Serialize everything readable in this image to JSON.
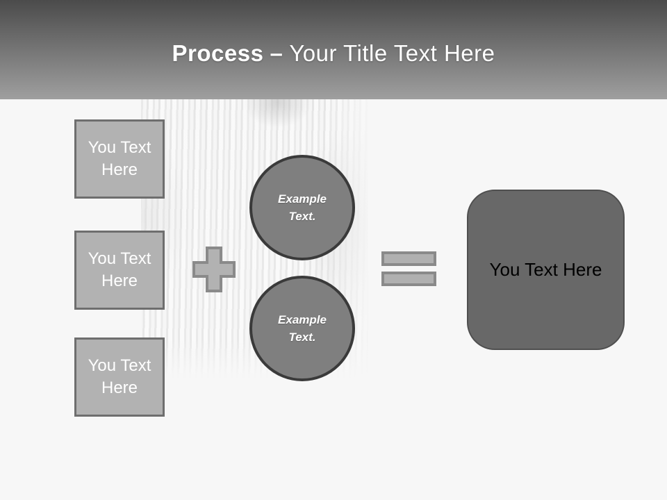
{
  "title": {
    "bold": "Process",
    "dash": "–",
    "regular": "Your Title Text Here"
  },
  "boxes": [
    {
      "label": "You Text Here"
    },
    {
      "label": "You Text Here"
    },
    {
      "label": "You Text Here"
    }
  ],
  "operators": {
    "plus_icon": "plus-icon",
    "equals_icon": "equals-icon"
  },
  "circles": [
    {
      "label": "Example Text."
    },
    {
      "label": "Example Text."
    }
  ],
  "result": {
    "label": "You Text Here"
  },
  "colors": {
    "header_top": "#4b4b4b",
    "header_bottom": "#9f9f9f",
    "canvas_bg": "#f7f7f7",
    "title_text": "#ffffff",
    "box_fill": "#b2b2b2",
    "box_border": "#6e6e6e",
    "box_text": "#ffffff",
    "circle_fill": "#7f7f7f",
    "circle_border": "#3a3a3a",
    "circle_text": "#ffffff",
    "plus_fill": "#b2b2b2",
    "plus_border": "#8a8a8a",
    "equals_fill": "#b0b0b0",
    "equals_border": "#8a8a8a",
    "result_fill": "#686868",
    "result_border": "#4f4f4f",
    "result_text": "#000000"
  }
}
